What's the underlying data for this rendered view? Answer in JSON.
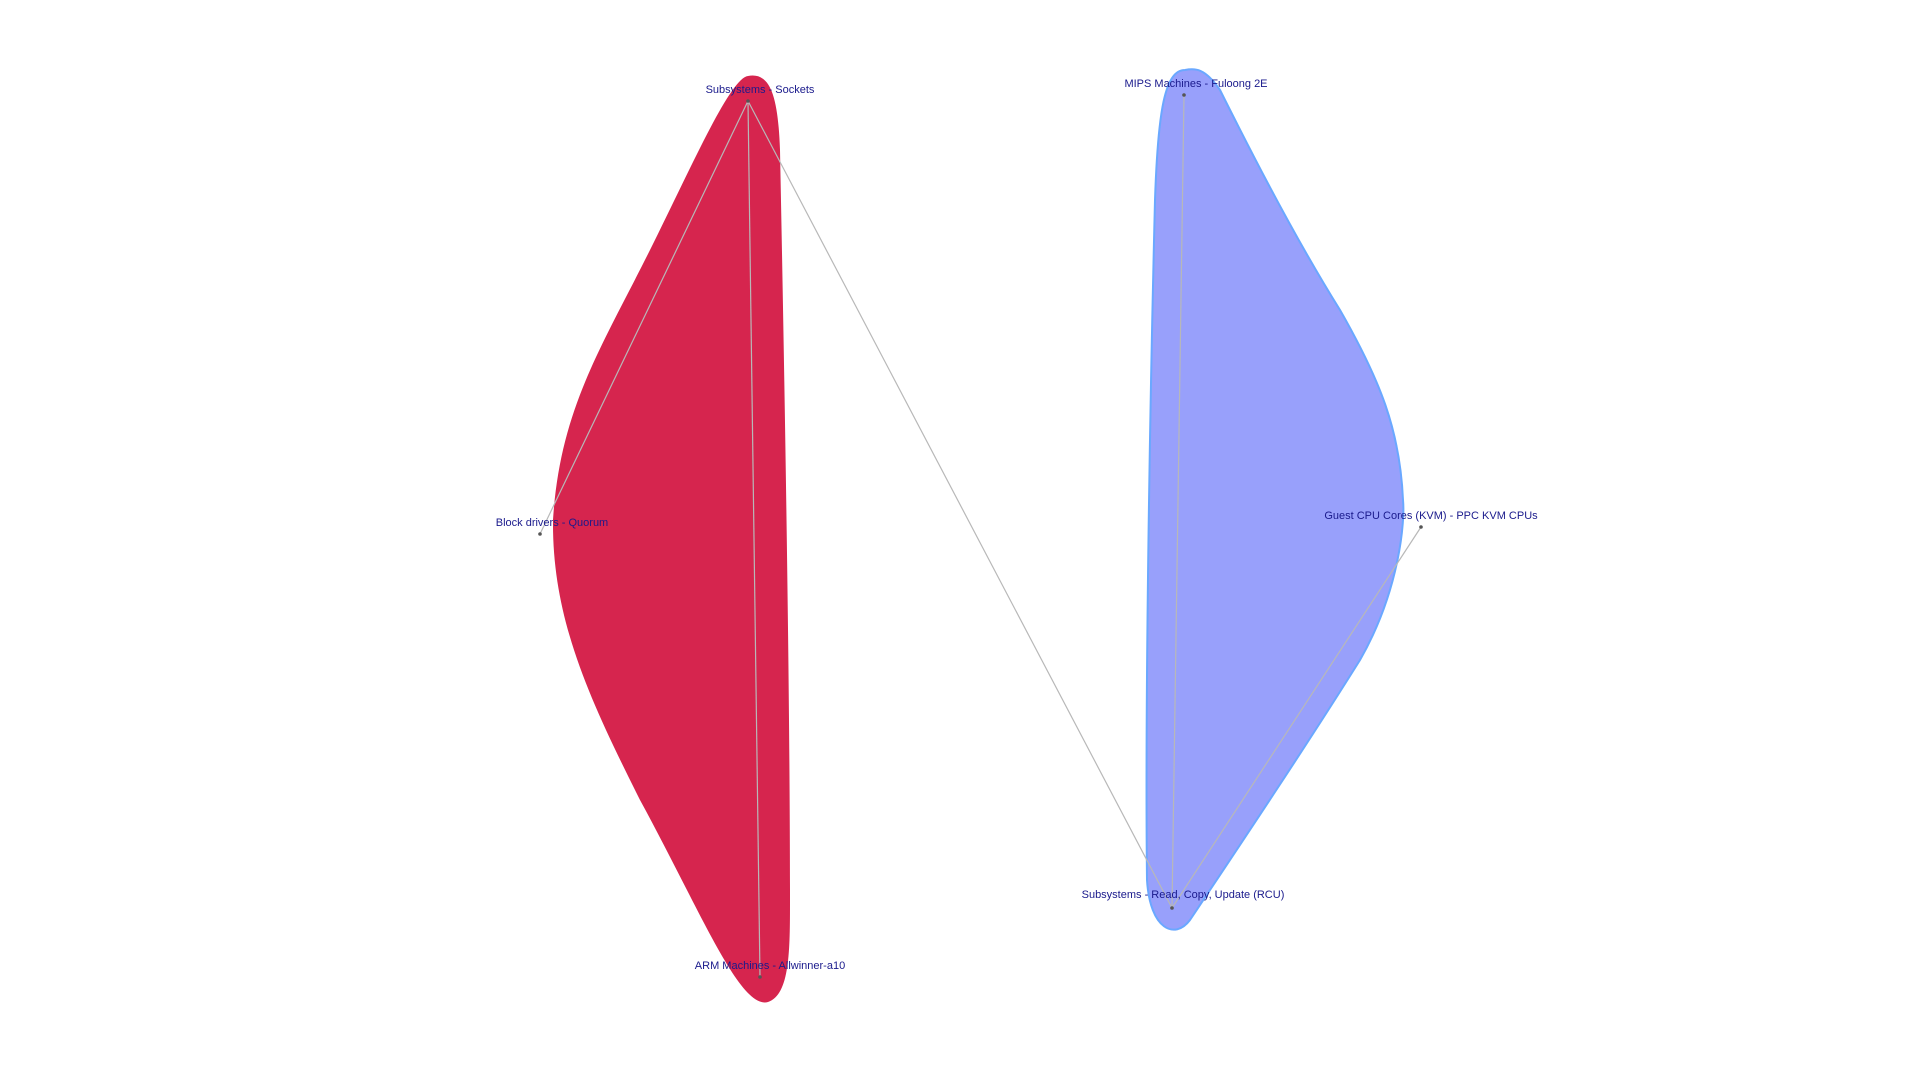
{
  "diagram": {
    "colors": {
      "cluster_red": "#d6254e",
      "cluster_blue": "#98a0fb",
      "cluster_blue_outline": "#6aa8ff",
      "edge": "#b8b8b8",
      "label": "#1a1a8c"
    },
    "nodes": [
      {
        "id": "sockets",
        "label": "Subsystems - Sockets",
        "cluster": "red"
      },
      {
        "id": "quorum",
        "label": "Block drivers - Quorum",
        "cluster": "red"
      },
      {
        "id": "allwinner",
        "label": "ARM Machines - Allwinner-a10",
        "cluster": "red"
      },
      {
        "id": "fuloong",
        "label": "MIPS Machines - Fuloong 2E",
        "cluster": "blue"
      },
      {
        "id": "ppc",
        "label": "Guest CPU Cores (KVM) - PPC KVM CPUs",
        "cluster": "blue"
      },
      {
        "id": "rcu",
        "label": "Subsystems - Read, Copy, Update (RCU)",
        "cluster": "blue"
      }
    ],
    "edges": [
      {
        "from": "sockets",
        "to": "quorum"
      },
      {
        "from": "sockets",
        "to": "allwinner"
      },
      {
        "from": "sockets",
        "to": "rcu"
      },
      {
        "from": "fuloong",
        "to": "rcu"
      },
      {
        "from": "ppc",
        "to": "rcu"
      }
    ]
  }
}
